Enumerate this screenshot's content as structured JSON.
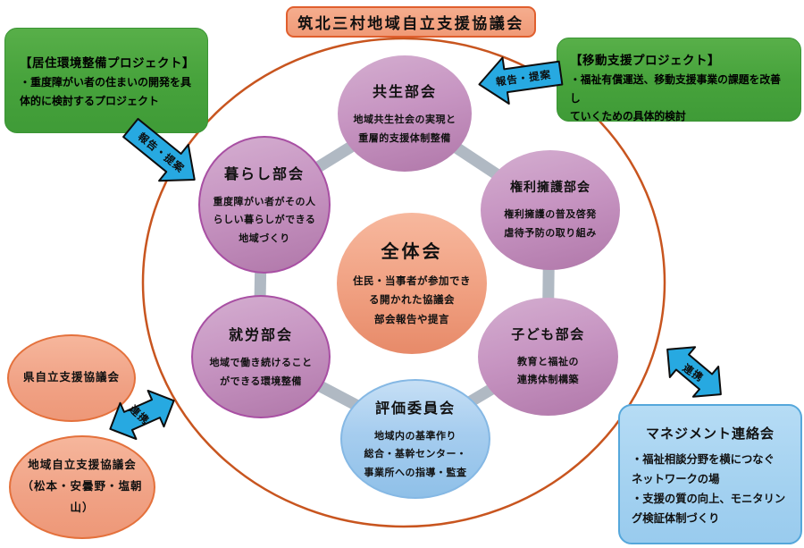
{
  "title": "筑北三村地域自立支援協議会",
  "plenary": {
    "heading": "全体会",
    "body": "住民・当事者が参加でき\nる開かれた協議会\n部会報告や提言"
  },
  "satellites": [
    {
      "heading": "共生部会",
      "body": "地域共生社会の実現と\n重層的支援体制整備"
    },
    {
      "heading": "暮らし部会",
      "body": "重度障がい者がその人\nらしい暮らしができる\n地域づくり"
    },
    {
      "heading": "権利擁護部会",
      "body": "権利擁護の普及啓発\n虐待予防の取り組み"
    },
    {
      "heading": "就労部会",
      "body": "地域で働き続けること\nができる環境整備"
    },
    {
      "heading": "子ども部会",
      "body": "教育と福祉の\n連携体制構築"
    },
    {
      "heading": "評価委員会",
      "body": "地域内の基準作り\n総合・基幹センター・\n事業所への指導・監査"
    }
  ],
  "projects": {
    "housing": {
      "heading": "【居住環境整備プロジェクト】",
      "body": "・重度障がい者の住まいの開発を具\n体的に検討するプロジェクト"
    },
    "mobility": {
      "heading": "【移動支援プロジェクト】",
      "body": "・福祉有償運送、移動支援事業の課題を改善し\nていくための具体的検討"
    }
  },
  "management": {
    "heading": "マネジメント連絡会",
    "body": "・福祉相談分野を横につなぐ\nネットワークの場\n・支援の質の向上、モニタリン\nグ検証体制づくり"
  },
  "external_councils": [
    {
      "label": "県自立支援協議会"
    },
    {
      "label": "地域自立支援協議会\n（松本・安曇野・塩朝\n山）"
    }
  ],
  "arrows": {
    "report_left": "報告・提案",
    "report_right": "報告・提案",
    "renkei_left": "連携",
    "renkei_right": "連携"
  },
  "colors": {
    "outer_circle": "#c8551f",
    "ring_gray": "#b0b9c3",
    "purple_fill": "#c795c2",
    "purple_border": "#a84fa3",
    "salmon_fill": "#f0a081",
    "salmon_border": "#e4713c",
    "blue_fill": "#a6cdef",
    "blue_border": "#55a7db",
    "green_fill": "#47a33c",
    "arrow_blue": "#27a9e1"
  }
}
